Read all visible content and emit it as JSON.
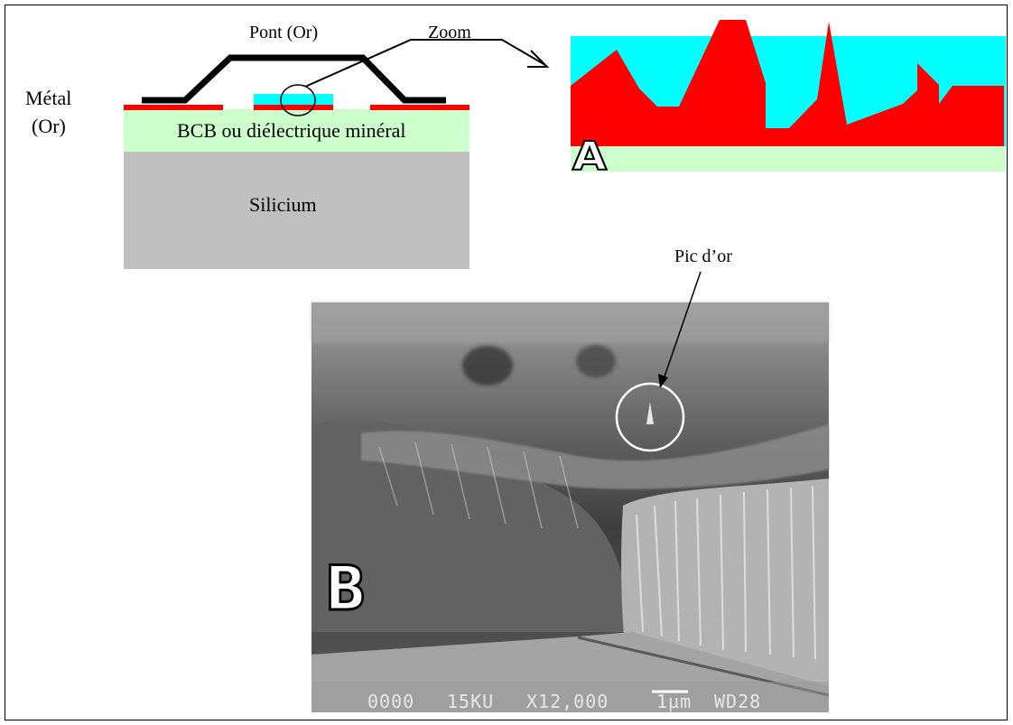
{
  "labels": {
    "pont": "Pont (Or)",
    "zoom": "Zoom",
    "metal_line1": "Métal",
    "metal_line2": "(Or)",
    "bcb": "BCB ou diélectrique minéral",
    "silicium": "Silicium",
    "pic": "Pic d’or"
  },
  "panels": {
    "a": "A",
    "b": "B"
  },
  "sem_footer": {
    "id": "0000",
    "voltage": "15KU",
    "magnification": "X12,000",
    "scale": "1µm",
    "wd": "WD28"
  },
  "colors": {
    "metal": "#ff0000",
    "bcb": "#ccffcc",
    "silicium": "#c0c0c0",
    "cyan": "#00ffff",
    "bridge": "#000000"
  }
}
